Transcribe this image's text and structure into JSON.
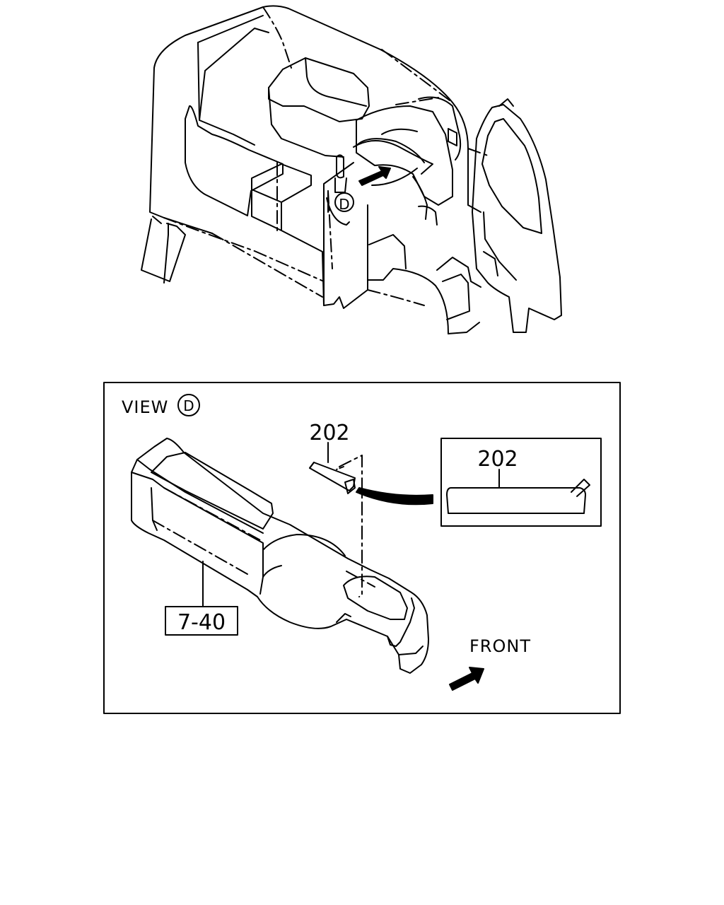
{
  "callout_d": "D",
  "view": {
    "word": "VIEW",
    "letter": "D"
  },
  "part_202": "202",
  "inset_part": "202",
  "part_740": "7-40",
  "front_label": "FRONT"
}
